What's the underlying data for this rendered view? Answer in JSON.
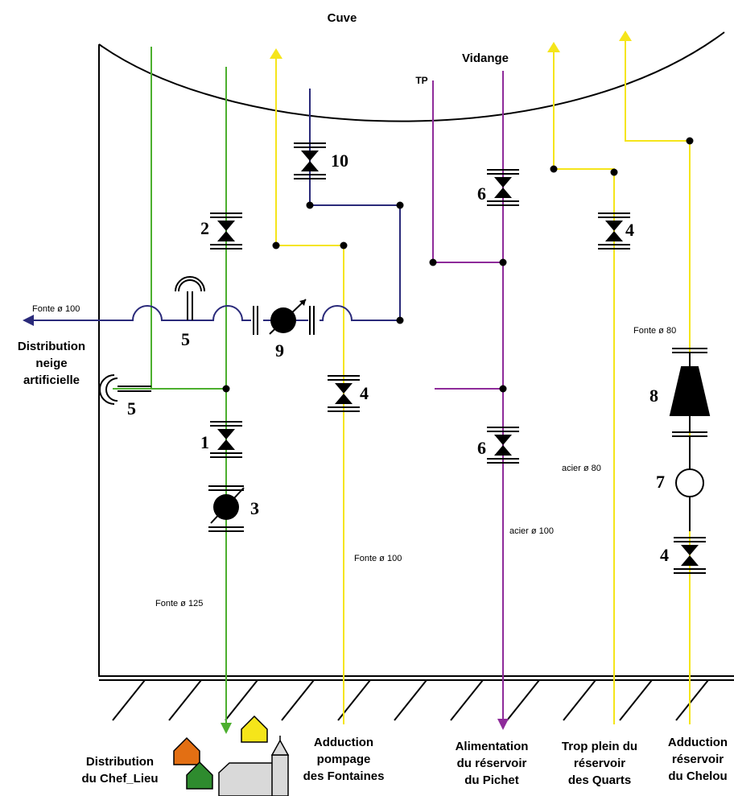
{
  "title": "Cuve",
  "labels": {
    "vidange": "Vidange",
    "tp": "TP",
    "fonte100_left": "Fonte  ø  100",
    "fonte80": "Fonte  ø  80",
    "fonte100_mid": "Fonte  ø  100",
    "fonte125": "Fonte  ø  125",
    "acier80": "acier ø 80",
    "acier100": "acier ø  100"
  },
  "numbers": {
    "v10": "10",
    "v2": "2",
    "v5a": "5",
    "v9": "9",
    "v5b": "5",
    "v4a": "4",
    "v1": "1",
    "v3": "3",
    "v6a": "6",
    "v6b": "6",
    "v4b": "4",
    "v8": "8",
    "v7": "7",
    "v4c": "4"
  },
  "outlets": {
    "neige": [
      "Distribution",
      "neige",
      "artificielle"
    ],
    "chef_lieu": [
      "Distribution",
      "du Chef_Lieu"
    ],
    "fontaines": [
      "Adduction",
      "pompage",
      "des Fontaines"
    ],
    "pichet": [
      "Alimentation",
      "du réservoir",
      "du Pichet"
    ],
    "quarts": [
      "Trop plein du",
      "réservoir",
      "des Quarts"
    ],
    "chelou": [
      "Adduction",
      "réservoir",
      "du Chelou"
    ]
  },
  "colors": {
    "green": "#4caf2e",
    "yellow": "#f5e51a",
    "purple": "#8e2b9a",
    "navy": "#2a2a7a",
    "black": "#000000"
  },
  "icons": [
    "gate-valve-icon",
    "meter-icon",
    "cone-reducer-icon",
    "flow-arrow-icon",
    "house-icon",
    "church-icon"
  ]
}
